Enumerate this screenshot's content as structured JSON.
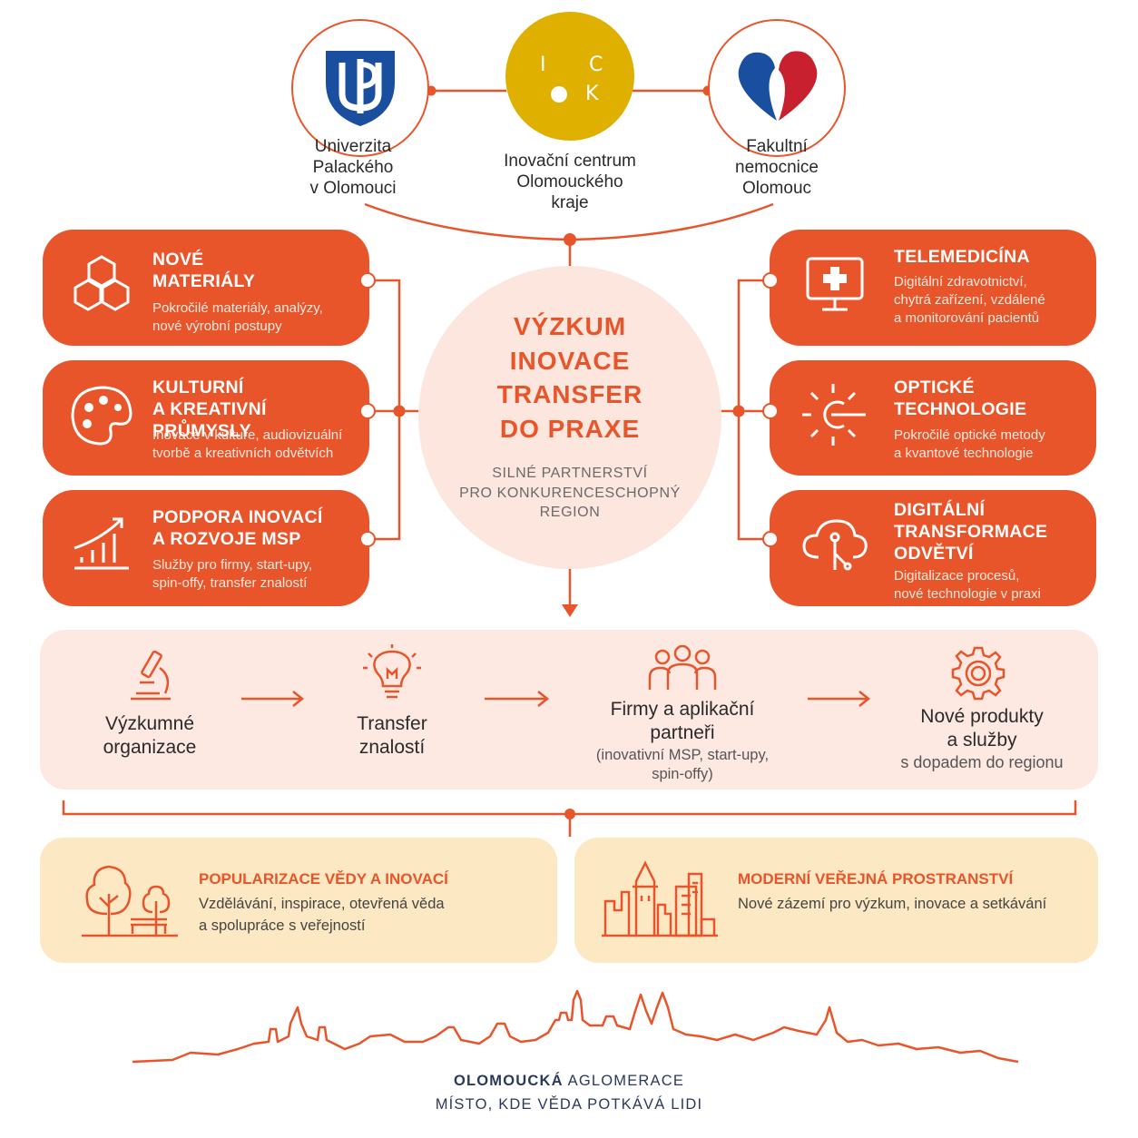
{
  "partners": [
    {
      "name_lines": [
        "Univerzita",
        "Palackého",
        "v Olomouci"
      ]
    },
    {
      "logo_letters": [
        "I",
        "C",
        "K"
      ],
      "name_lines": [
        "Inovační centrum",
        "Olomouckého",
        "kraje"
      ]
    },
    {
      "name_lines": [
        "Fakultní",
        "nemocnice",
        "Olomouc"
      ]
    }
  ],
  "center": {
    "title_lines": [
      "VÝZKUM",
      "INOVACE",
      "TRANSFER",
      "DO PRAXE"
    ],
    "subtitle_lines": [
      "SILNÉ PARTNERSTVÍ",
      "PRO KONKURENCESCHOPNÝ",
      "REGION"
    ]
  },
  "left_cards": [
    {
      "icon": "hexagons-icon",
      "title_lines": [
        "NOVÉ",
        "MATERIÁLY"
      ],
      "desc_lines": [
        "Pokročilé materiály, analýzy,",
        "nové výrobní postupy"
      ]
    },
    {
      "icon": "palette-icon",
      "title_lines": [
        "KULTURNÍ",
        "A KREATIVNÍ PRŮMYSLY"
      ],
      "desc_lines": [
        "Inovace v kultuře, audiovizuální",
        "tvorbě a kreativních odvětvích"
      ]
    },
    {
      "icon": "growth-chart-icon",
      "title_lines": [
        "PODPORA INOVACÍ",
        "A ROZVOJE MSP"
      ],
      "desc_lines": [
        "Služby pro firmy, start-upy,",
        "spin-offy, transfer znalostí"
      ]
    }
  ],
  "right_cards": [
    {
      "icon": "medical-monitor-icon",
      "title_lines": [
        "TELEMEDICÍNA"
      ],
      "desc_lines": [
        "Digitální zdravotnictví,",
        "chytrá zařízení, vzdálené",
        "a monitorování pacientů"
      ]
    },
    {
      "icon": "optics-icon",
      "title_lines": [
        "OPTICKÉ",
        "TECHNOLOGIE"
      ],
      "desc_lines": [
        "Pokročilé optické metody",
        "a kvantové technologie"
      ]
    },
    {
      "icon": "cloud-icon",
      "title_lines": [
        "DIGITÁLNÍ",
        "TRANSFORMACE",
        "ODVĚTVÍ"
      ],
      "desc_lines": [
        "Digitalizace procesů,",
        "nové technologie v praxi"
      ]
    }
  ],
  "flow": [
    {
      "icon": "microscope-icon",
      "label_lines": [
        "Výzkumné",
        "organizace"
      ],
      "note_lines": []
    },
    {
      "icon": "lightbulb-icon",
      "label_lines": [
        "Transfer",
        "znalostí"
      ],
      "note_lines": []
    },
    {
      "icon": "people-icon",
      "label_lines": [
        "Firmy a aplikační",
        "partneři"
      ],
      "note_lines": [
        "(inovativní MSP, start-upy,",
        "spin-offy)"
      ]
    },
    {
      "icon": "gear-icon",
      "label_lines": [
        "Nové produkty",
        "a služby"
      ],
      "note_lines": [
        "s dopadem do regionu"
      ]
    }
  ],
  "bottom_boxes": [
    {
      "icon": "park-icon",
      "title": "POPULARIZACE VĚDY A INOVACÍ",
      "desc_lines": [
        "Vzdělávání, inspirace, otevřená věda",
        "a spolupráce s veřejností"
      ]
    },
    {
      "icon": "city-icon",
      "title": "MODERNÍ VEŘEJNÁ PROSTRANSTVÍ",
      "desc_lines": [
        "Nové zázemí pro výzkum, inovace a setkávání"
      ]
    }
  ],
  "footer": {
    "line1_bold": "OLOMOUCKÁ",
    "line1_rest": " AGLOMERACE",
    "line2": "MÍSTO, KDE VĚDA POTKÁVÁ LIDI"
  },
  "colors": {
    "accent": "#e8552a",
    "blue": "#1a4fa0",
    "red": "#c8202e",
    "gold": "#e0b000",
    "pale": "#fde9e1",
    "cream": "#fde8c4"
  }
}
